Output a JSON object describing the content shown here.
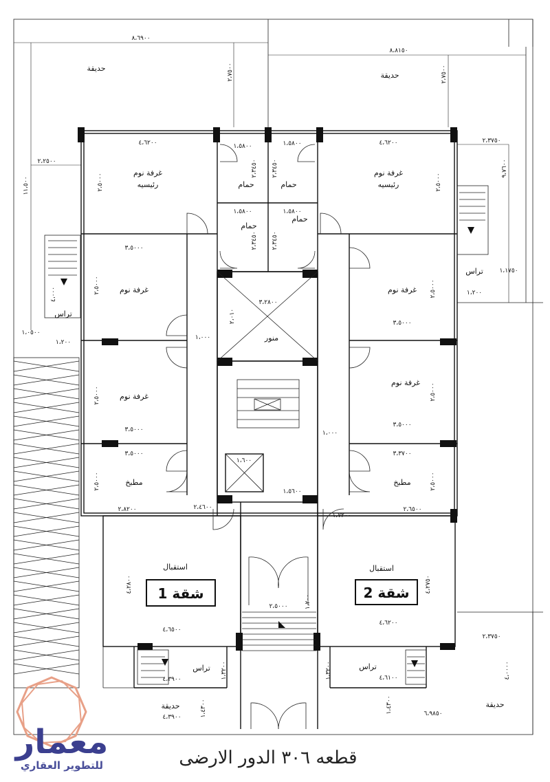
{
  "title": "قطعه ٣٠٦ الدور الارضى",
  "logo": {
    "name": "معمار",
    "tagline": "للتطوير العقاري"
  },
  "units": {
    "unit1": "شقة 1",
    "unit2": "شقة 2"
  },
  "rooms": {
    "garden": "حديقة",
    "master_bedroom_1": "غرفة نوم",
    "master_bedroom_2": "رئيسيه",
    "bathroom": "حمام",
    "bedroom": "غرفة نوم",
    "light_well": "منور",
    "kitchen": "مطبخ",
    "reception": "استقبال",
    "terrace": "تراس"
  },
  "dims": {
    "top_left_width": "٨،٦٩٠٠",
    "top_right_width": "٨،٨١٥٠",
    "garden_depth": "٢،٧٥٠٠",
    "side_height": "١١،٥٠٠",
    "side_offset": "٢،٢٥٠٠",
    "master_width": "٤،٦٢٠٠",
    "master_depth": "٢،٥٠٠٠",
    "bath_width": "١،٥٨٠٠",
    "bath_depth": "٢،٣٤٥٠",
    "bedroom_width": "٣،٥٠٠٠",
    "bedroom_depth": "٢،٥٠٠٠",
    "well_width": "٣،٢٨٠٠",
    "well_depth": "٢،٠١٠",
    "kitchen_width_l": "٢،٨٢٠٠",
    "kitchen_width_r": "٢،٦٥٠٠",
    "kitchen_depth": "٢،٥٠٠٠",
    "kitchen_top_r": "٣،٣٧٠٠",
    "corridor": "١،٠٠٠",
    "corridor_l": "٢،٤٦٠٠",
    "corridor_r": "١،٧٢٠٠",
    "lift": "١،٦٠٠",
    "stair_w": "١،٥٦٠٠",
    "reception_width_l": "٤،٦٥٠٠",
    "reception_width_r": "٤،٦٢٠٠",
    "reception_depth": "٤،٢٨٠٠",
    "reception_depth_r": "٤،٢٧٥٠",
    "entry_width": "٢،٥٠٠٠",
    "entry_depth": "١،٢٠٠",
    "terrace_w": "١،٢٠٠",
    "terrace_depth": "٤،٠٠٠",
    "terrace_side": "١،٠٥٠٠",
    "terrace_side_r": "١،١٧٥٠",
    "right_side": "٩،٧٦٠٠",
    "right_offset": "٢،٣٧٥٠",
    "front_terrace_l": "٤،٣٩٠٠",
    "front_terrace_r": "٤،٦١٠٠",
    "front_garden_l": "٤،٣٩٠٠",
    "front_garden_r": "٦،٩٨٥٠",
    "front_terrace_d": "١،٣٢٠٠",
    "front_garden_d": "١،٤٣٠٠",
    "front_garden_side": "٤،٠٠٠٠"
  }
}
